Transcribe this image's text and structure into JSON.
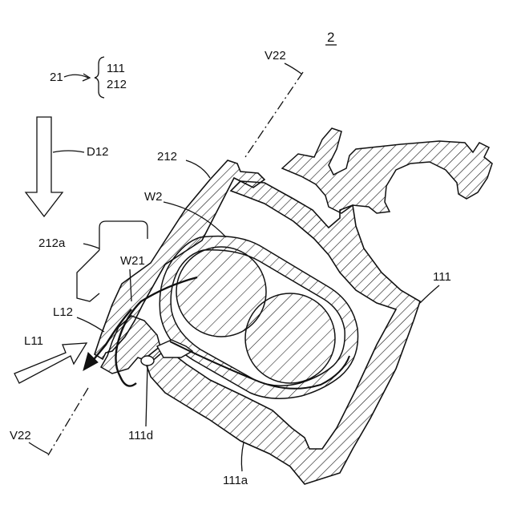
{
  "figure": {
    "number": "2",
    "labels": {
      "ref_21": "21",
      "ref_111_top": "111",
      "ref_212_top": "212",
      "v22_top": "V22",
      "d12": "D12",
      "ref_212": "212",
      "w2": "W2",
      "ref_212a": "212a",
      "w21": "W21",
      "l12": "L12",
      "l11": "L11",
      "ref_111": "111",
      "ref_111d": "111d",
      "v22_bottom": "V22",
      "ref_111a": "111a"
    }
  }
}
